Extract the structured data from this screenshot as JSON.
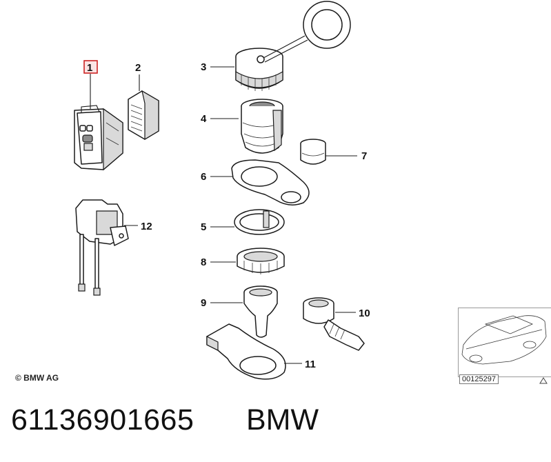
{
  "callouts": {
    "c1": "1",
    "c2": "2",
    "c3": "3",
    "c4": "4",
    "c5": "5",
    "c6": "6",
    "c7": "7",
    "c8": "8",
    "c9": "9",
    "c10": "10",
    "c11": "11",
    "c12": "12"
  },
  "copyright": "© BMW AG",
  "reference_id": "00125297",
  "part_number": "61136901665",
  "brand": "BMW",
  "colors": {
    "ink": "#1a1a1a",
    "highlight": "#cc2222"
  },
  "icons": {
    "triangle": "warning-triangle-icon"
  }
}
